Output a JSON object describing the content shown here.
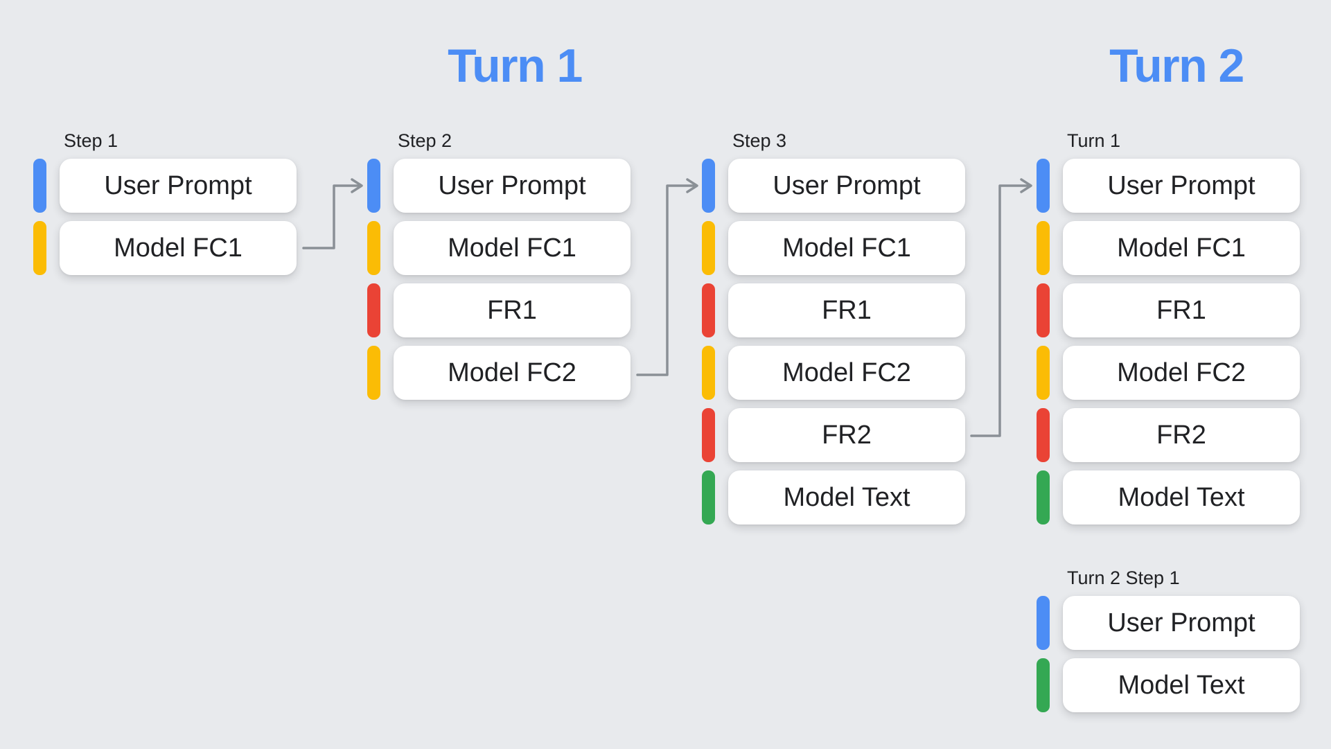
{
  "headings": {
    "turn1": "Turn 1",
    "turn2": "Turn 2"
  },
  "colors": {
    "background": "#E8EAED",
    "box_white": "#FFFFFF",
    "text_dark": "#202124",
    "heading_blue": "#4C8DF5",
    "arrow_gray": "#8A9096",
    "bar_blue": "#4C8DF5",
    "bar_yellow": "#FBBC05",
    "bar_red": "#EA4335",
    "bar_green": "#34A853"
  },
  "columns": [
    {
      "label": "Step 1",
      "items": [
        {
          "label": "User Prompt",
          "color": "blue"
        },
        {
          "label": "Model FC1",
          "color": "yellow"
        }
      ]
    },
    {
      "label": "Step 2",
      "items": [
        {
          "label": "User Prompt",
          "color": "blue"
        },
        {
          "label": "Model FC1",
          "color": "yellow"
        },
        {
          "label": "FR1",
          "color": "red"
        },
        {
          "label": "Model FC2",
          "color": "yellow"
        }
      ]
    },
    {
      "label": "Step 3",
      "items": [
        {
          "label": "User Prompt",
          "color": "blue"
        },
        {
          "label": "Model FC1",
          "color": "yellow"
        },
        {
          "label": "FR1",
          "color": "red"
        },
        {
          "label": "Model FC2",
          "color": "yellow"
        },
        {
          "label": "FR2",
          "color": "red"
        },
        {
          "label": "Model Text",
          "color": "green"
        }
      ]
    },
    {
      "label": "Turn 1",
      "items": [
        {
          "label": "User Prompt",
          "color": "blue"
        },
        {
          "label": "Model FC1",
          "color": "yellow"
        },
        {
          "label": "FR1",
          "color": "red"
        },
        {
          "label": "Model FC2",
          "color": "yellow"
        },
        {
          "label": "FR2",
          "color": "red"
        },
        {
          "label": "Model Text",
          "color": "green"
        }
      ]
    },
    {
      "label": "Turn 2 Step 1",
      "items": [
        {
          "label": "User Prompt",
          "color": "blue"
        },
        {
          "label": "Model Text",
          "color": "green"
        }
      ]
    }
  ],
  "arrows": [
    {
      "from": "Step 1 / Model FC1",
      "to": "Step 2 / User Prompt"
    },
    {
      "from": "Step 2 / Model FC2",
      "to": "Step 3 / User Prompt"
    },
    {
      "from": "Step 3 / FR2",
      "to": "Turn 1 / User Prompt"
    }
  ]
}
